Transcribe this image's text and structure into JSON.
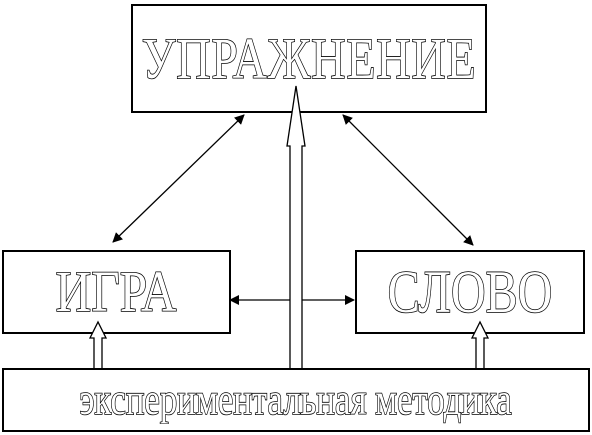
{
  "diagram": {
    "nodes": {
      "top": "УПРАЖНЕНИЕ",
      "left": "ИГРА",
      "right": "СЛОВО",
      "bottom": "экспериментальная методика"
    }
  }
}
